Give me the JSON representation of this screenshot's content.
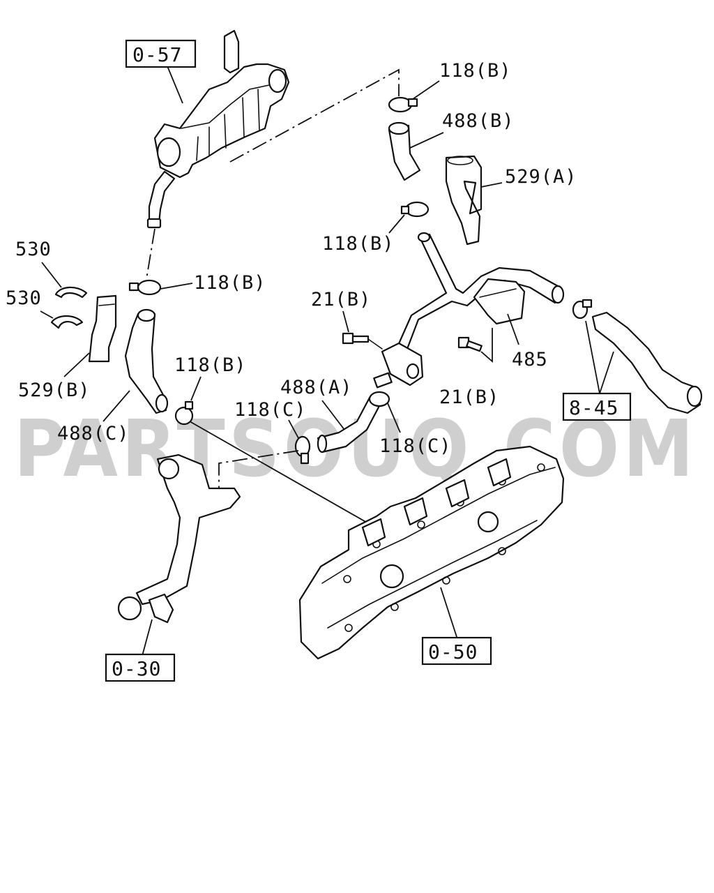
{
  "watermark": "PARTSOUQ.COM",
  "reference_boxes": {
    "egr_cooler": "0-57",
    "cylinder_head": "0-50",
    "water_outlet": "0-30",
    "radiator_hose": "8-45"
  },
  "labels": {
    "clip_118b_top": "118(B)",
    "hose_488b": "488(B)",
    "bracket_529a": "529(A)",
    "clip_118b_mid": "118(B)",
    "clip_118b_left": "118(B)",
    "clamp_530_a": "530",
    "clamp_530_b": "530",
    "bracket_529b": "529(B)",
    "bolt_21b_top": "21(B)",
    "bolt_21b_bottom": "21(B)",
    "bracket_485": "485",
    "clip_118b_lower": "118(B)",
    "hose_488a": "488(A)",
    "clip_118c_left": "118(C)",
    "clip_118c_right": "118(C)",
    "hose_488c": "488(C)"
  }
}
